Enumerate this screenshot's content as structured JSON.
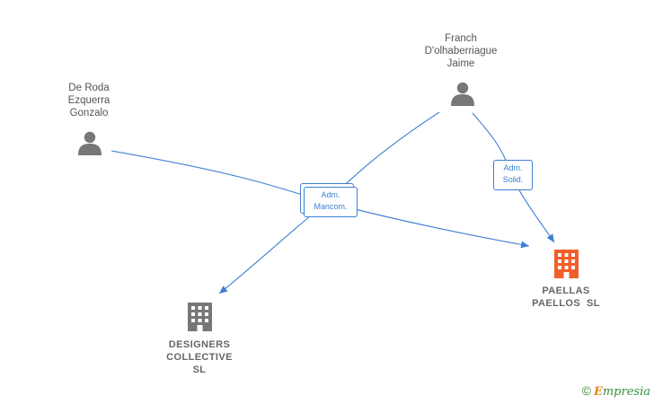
{
  "colors": {
    "edge": "#3c7fd3",
    "person_icon": "#777777",
    "company_icon": "#777777",
    "company_highlight": "#f0602a",
    "label_text": "#555555"
  },
  "persons": [
    {
      "id": "p1",
      "lines": [
        "De Roda",
        "Ezquerra",
        "Gonzalo"
      ],
      "icon": "person-icon"
    },
    {
      "id": "p2",
      "lines": [
        "Franch",
        "D'olhaberriague",
        "Jaime"
      ],
      "icon": "person-icon"
    }
  ],
  "companies": [
    {
      "id": "c1",
      "lines": [
        "DESIGNERS",
        "COLLECTIVE",
        "SL"
      ],
      "icon": "building-icon",
      "highlight": false
    },
    {
      "id": "c2",
      "lines": [
        "PAELLAS",
        "PAELLOS  SL"
      ],
      "icon": "building-icon",
      "highlight": true
    }
  ],
  "edges": [
    {
      "from": "p1",
      "to": "c2",
      "label": null
    },
    {
      "from": "p2",
      "to": "c1",
      "label": null
    },
    {
      "from": "p2",
      "to": "c2",
      "label": null
    }
  ],
  "edge_labels": [
    {
      "id": "l1",
      "lines": [
        "Adm.",
        "Mancom."
      ]
    },
    {
      "id": "l2",
      "lines": [
        "Adm.",
        "Solid."
      ]
    }
  ],
  "watermark": {
    "copyright": "©",
    "brand_first": "E",
    "brand_rest": "mpresia"
  }
}
